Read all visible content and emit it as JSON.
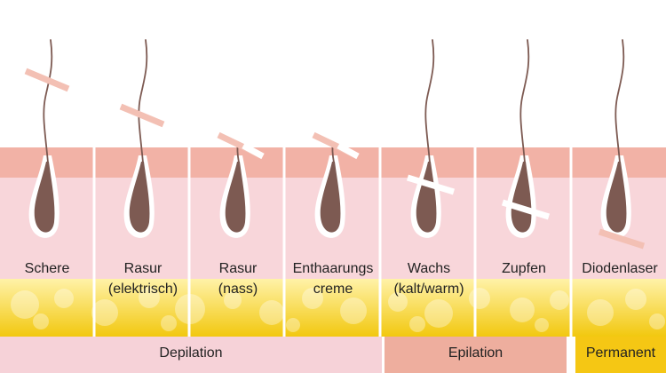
{
  "methods": [
    {
      "id": "schere",
      "label_lines": [
        "Schere"
      ],
      "cut": "above-skin"
    },
    {
      "id": "rasur-elektrisch",
      "label_lines": [
        "Rasur",
        "(elektrisch)"
      ],
      "cut": "above-skin"
    },
    {
      "id": "rasur-nass",
      "label_lines": [
        "Rasur",
        "(nass)"
      ],
      "cut": "at-skin"
    },
    {
      "id": "enthaarungscreme",
      "label_lines": [
        "Enthaarungs",
        "creme"
      ],
      "cut": "at-skin"
    },
    {
      "id": "wachs",
      "label_lines": [
        "Wachs",
        "(kalt/warm)"
      ],
      "cut": "follicle-upper"
    },
    {
      "id": "zupfen",
      "label_lines": [
        "Zupfen"
      ],
      "cut": "follicle-mid"
    },
    {
      "id": "diodenlaser",
      "label_lines": [
        "Diodenlaser"
      ],
      "cut": "follicle-root"
    }
  ],
  "categories": [
    {
      "id": "depilation",
      "label": "Depilation",
      "column_count": 4
    },
    {
      "id": "epilation",
      "label": "Epilation",
      "column_count": 2
    },
    {
      "id": "permanent",
      "label": "Permanent",
      "column_count": 1
    }
  ],
  "colors": {
    "epidermis": "#f2b2a6",
    "dermis": "#f8d6da",
    "fat_light": "#fff2a8",
    "fat_dark": "#f2c80f",
    "hair": "#7d5a52",
    "strip": "#f3c0b4",
    "category_depilation": "#f6d2d8",
    "category_epilation": "#eeae9e",
    "category_permanent": "#f5c714",
    "separator": "#ffffff"
  }
}
